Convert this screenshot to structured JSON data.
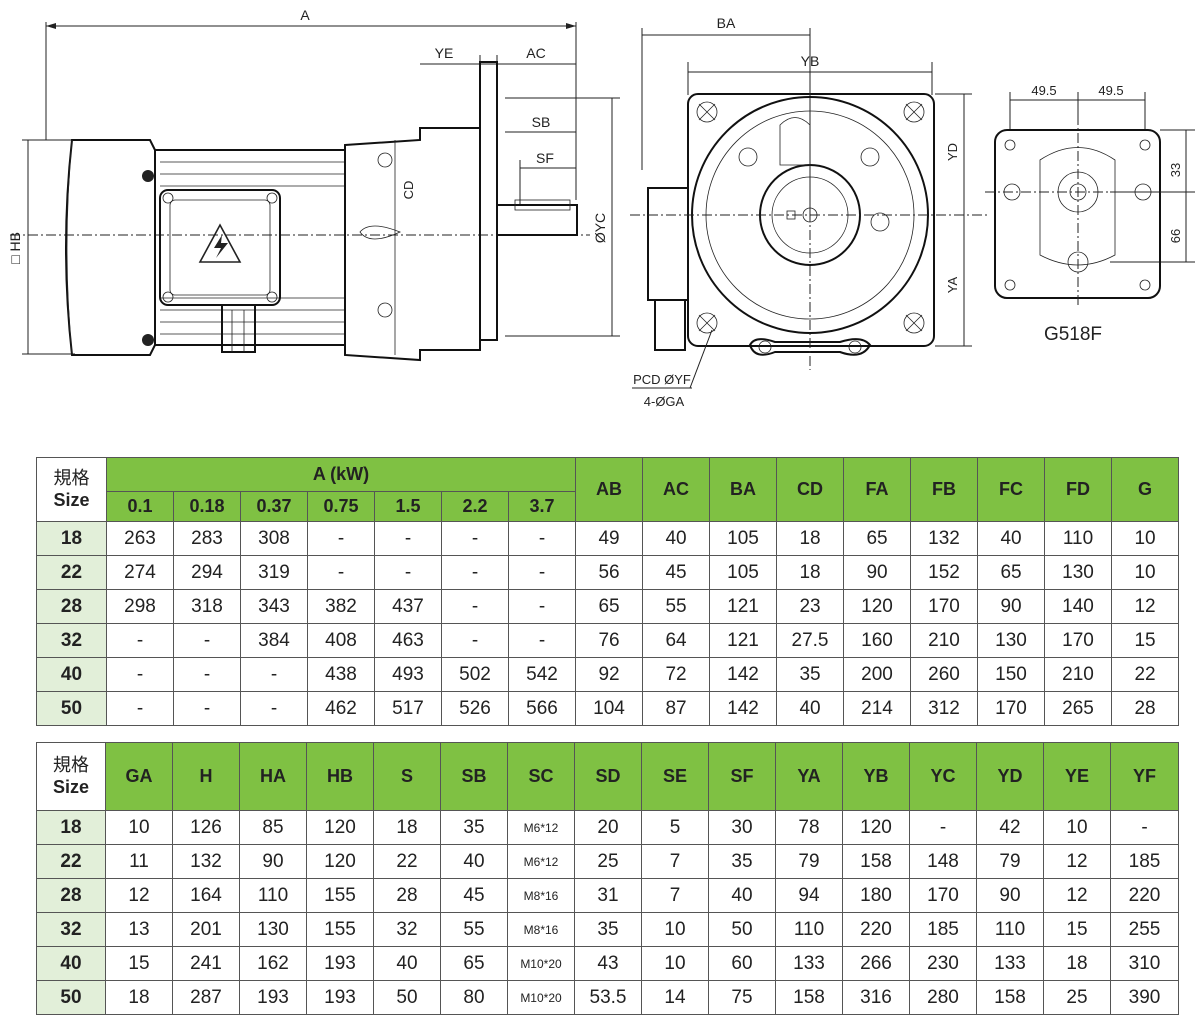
{
  "drawing": {
    "side_labels": {
      "a": "A",
      "ye": "YE",
      "ac": "AC",
      "sb": "SB",
      "sf": "SF",
      "cd": "CD",
      "hb": "□ HB",
      "yc": "ØYC"
    },
    "front_labels": {
      "ba": "BA",
      "yb": "YB",
      "yd": "YD",
      "ya": "YA",
      "pcd": "PCD ØYF",
      "holes": "4-ØGA"
    },
    "flange_labels": {
      "left": "49.5",
      "right": "49.5",
      "v1": "33",
      "v2": "66",
      "model": "G518F"
    },
    "icons": [
      "high-voltage-warning-icon"
    ]
  },
  "table1": {
    "size_cn": "規格",
    "size_en": "Size",
    "a_group": "A (kW)",
    "a_cols": [
      "0.1",
      "0.18",
      "0.37",
      "0.75",
      "1.5",
      "2.2",
      "3.7"
    ],
    "cols": [
      "AB",
      "AC",
      "BA",
      "CD",
      "FA",
      "FB",
      "FC",
      "FD",
      "G"
    ],
    "rows": [
      {
        "size": "18",
        "vals": [
          "263",
          "283",
          "308",
          "-",
          "-",
          "-",
          "-",
          "49",
          "40",
          "105",
          "18",
          "65",
          "132",
          "40",
          "110",
          "10"
        ]
      },
      {
        "size": "22",
        "vals": [
          "274",
          "294",
          "319",
          "-",
          "-",
          "-",
          "-",
          "56",
          "45",
          "105",
          "18",
          "90",
          "152",
          "65",
          "130",
          "10"
        ]
      },
      {
        "size": "28",
        "vals": [
          "298",
          "318",
          "343",
          "382",
          "437",
          "-",
          "-",
          "65",
          "55",
          "121",
          "23",
          "120",
          "170",
          "90",
          "140",
          "12"
        ]
      },
      {
        "size": "32",
        "vals": [
          "-",
          "-",
          "384",
          "408",
          "463",
          "-",
          "-",
          "76",
          "64",
          "121",
          "27.5",
          "160",
          "210",
          "130",
          "170",
          "15"
        ]
      },
      {
        "size": "40",
        "vals": [
          "-",
          "-",
          "-",
          "438",
          "493",
          "502",
          "542",
          "92",
          "72",
          "142",
          "35",
          "200",
          "260",
          "150",
          "210",
          "22"
        ]
      },
      {
        "size": "50",
        "vals": [
          "-",
          "-",
          "-",
          "462",
          "517",
          "526",
          "566",
          "104",
          "87",
          "142",
          "40",
          "214",
          "312",
          "170",
          "265",
          "28"
        ]
      }
    ]
  },
  "table2": {
    "size_cn": "規格",
    "size_en": "Size",
    "cols": [
      "GA",
      "H",
      "HA",
      "HB",
      "S",
      "SB",
      "SC",
      "SD",
      "SE",
      "SF",
      "YA",
      "YB",
      "YC",
      "YD",
      "YE",
      "YF"
    ],
    "rows": [
      {
        "size": "18",
        "vals": [
          "10",
          "126",
          "85",
          "120",
          "18",
          "35",
          "M6*12",
          "20",
          "5",
          "30",
          "78",
          "120",
          "-",
          "42",
          "10",
          "-"
        ]
      },
      {
        "size": "22",
        "vals": [
          "11",
          "132",
          "90",
          "120",
          "22",
          "40",
          "M6*12",
          "25",
          "7",
          "35",
          "79",
          "158",
          "148",
          "79",
          "12",
          "185"
        ]
      },
      {
        "size": "28",
        "vals": [
          "12",
          "164",
          "110",
          "155",
          "28",
          "45",
          "M8*16",
          "31",
          "7",
          "40",
          "94",
          "180",
          "170",
          "90",
          "12",
          "220"
        ]
      },
      {
        "size": "32",
        "vals": [
          "13",
          "201",
          "130",
          "155",
          "32",
          "55",
          "M8*16",
          "35",
          "10",
          "50",
          "110",
          "220",
          "185",
          "110",
          "15",
          "255"
        ]
      },
      {
        "size": "40",
        "vals": [
          "15",
          "241",
          "162",
          "193",
          "40",
          "65",
          "M10*20",
          "43",
          "10",
          "60",
          "133",
          "266",
          "230",
          "133",
          "18",
          "310"
        ]
      },
      {
        "size": "50",
        "vals": [
          "18",
          "287",
          "193",
          "193",
          "50",
          "80",
          "M10*20",
          "53.5",
          "14",
          "75",
          "158",
          "316",
          "280",
          "158",
          "25",
          "390"
        ]
      }
    ]
  }
}
